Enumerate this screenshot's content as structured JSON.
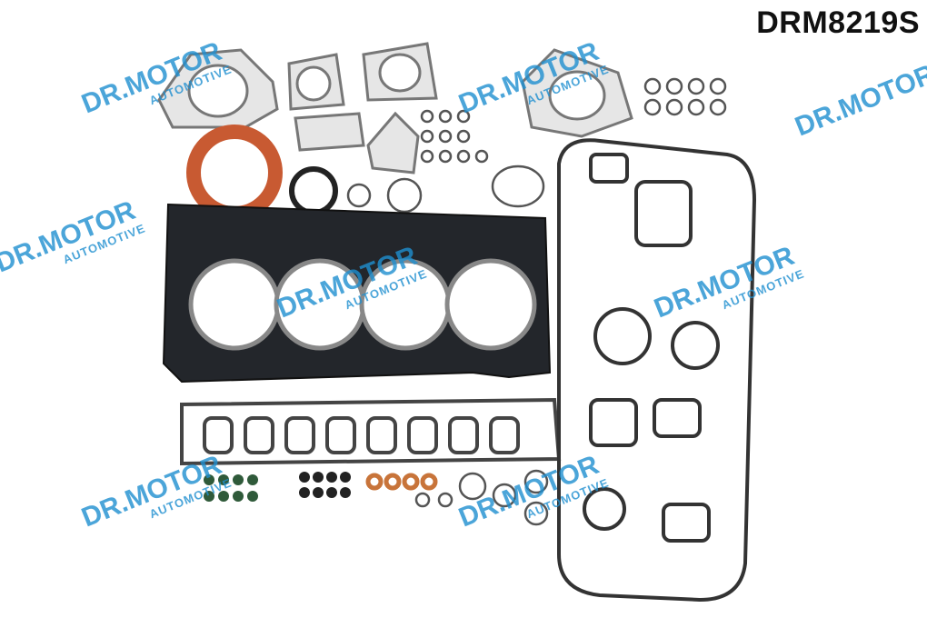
{
  "product": {
    "code": "DRM8219S",
    "watermark_brand": "DR.MOTOR",
    "watermark_sub": "AUTOMOTIVE"
  },
  "colors": {
    "watermark_blue": "#1f8fd0",
    "head_gasket": "#23262b",
    "gasket_gray": "#9a9a9a",
    "seal_orange": "#c85a32",
    "valve_seal_green": "#2f5a3a",
    "copper_washer": "#c8743a"
  }
}
